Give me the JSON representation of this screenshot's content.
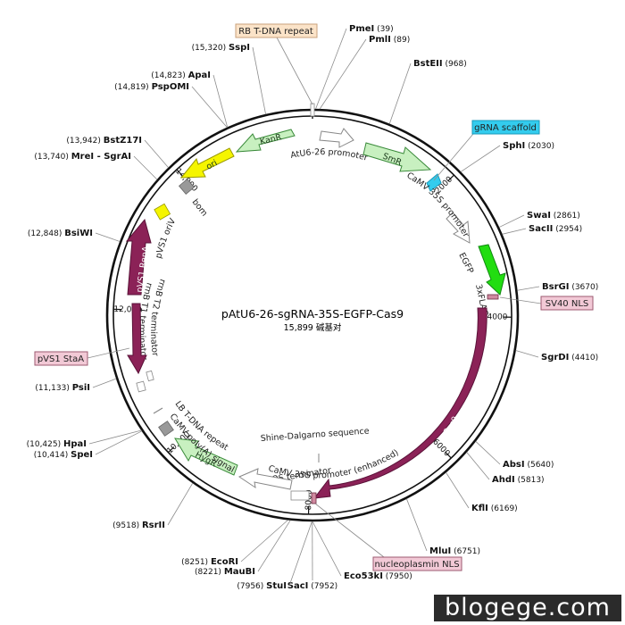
{
  "plasmid": {
    "name": "pAtU6-26-sgRNA-35S-EGFP-Cas9",
    "size_text": "15,899 碱基对",
    "length": 15899
  },
  "ticks": [
    {
      "pos": 2000,
      "label": "2000"
    },
    {
      "pos": 4000,
      "label": "4000"
    },
    {
      "pos": 6000,
      "label": "6000"
    },
    {
      "pos": 8000,
      "label": "8000"
    },
    {
      "pos": 10000,
      "label": "10,000"
    },
    {
      "pos": 12000,
      "label": "12,000"
    },
    {
      "pos": 14000,
      "label": "14,000"
    }
  ],
  "sites": [
    {
      "name": "PmeI",
      "pos_label": "(39)",
      "pos": 39,
      "side": "right"
    },
    {
      "name": "PmlI",
      "pos_label": "(89)",
      "pos": 89,
      "side": "right"
    },
    {
      "name": "BstEII",
      "pos_label": "(968)",
      "pos": 968,
      "side": "right"
    },
    {
      "name": "SphI",
      "pos_label": "(2030)",
      "pos": 2030,
      "side": "right"
    },
    {
      "name": "SwaI",
      "pos_label": "(2861)",
      "pos": 2861,
      "side": "right"
    },
    {
      "name": "SacII",
      "pos_label": "(2954)",
      "pos": 2954,
      "side": "right"
    },
    {
      "name": "BsrGI",
      "pos_label": "(3670)",
      "pos": 3670,
      "side": "right"
    },
    {
      "name": "SgrDI",
      "pos_label": "(4410)",
      "pos": 4410,
      "side": "right"
    },
    {
      "name": "AbsI",
      "pos_label": "(5640)",
      "pos": 5640,
      "side": "right"
    },
    {
      "name": "AhdI",
      "pos_label": "(5813)",
      "pos": 5813,
      "side": "right"
    },
    {
      "name": "KflI",
      "pos_label": "(6169)",
      "pos": 6169,
      "side": "right"
    },
    {
      "name": "MluI",
      "pos_label": "(6751)",
      "pos": 6751,
      "side": "right"
    },
    {
      "name": "Eco53kI",
      "pos_label": "(7950)",
      "pos": 7950,
      "side": "right"
    },
    {
      "name": "SacI",
      "pos_label": "(7952)",
      "pos": 7952,
      "side": "right"
    },
    {
      "name": "StuI",
      "pos_label": "(7956)",
      "pos": 7956,
      "side": "left"
    },
    {
      "name": "MauBI",
      "pos_label": "(8221)",
      "pos": 8221,
      "side": "left"
    },
    {
      "name": "EcoRI",
      "pos_label": "(8251)",
      "pos": 8251,
      "side": "left"
    },
    {
      "name": "RsrII",
      "pos_label": "(9518)",
      "pos": 9518,
      "side": "left"
    },
    {
      "name": "SpeI",
      "pos_label": "(10,414)",
      "pos": 10414,
      "side": "left"
    },
    {
      "name": "HpaI",
      "pos_label": "(10,425)",
      "pos": 10425,
      "side": "left"
    },
    {
      "name": "PsiI",
      "pos_label": "(11,133)",
      "pos": 11133,
      "side": "left"
    },
    {
      "name": "BsiWI",
      "pos_label": "(12,848)",
      "pos": 12848,
      "side": "left"
    },
    {
      "name": "MreI - SgrAI",
      "pos_label": "(13,740)",
      "pos": 13740,
      "side": "left"
    },
    {
      "name": "BstZ17I",
      "pos_label": "(13,942)",
      "pos": 13942,
      "side": "left"
    },
    {
      "name": "PspOMI",
      "pos_label": "(14,819)",
      "pos": 14819,
      "side": "left"
    },
    {
      "name": "ApaI",
      "pos_label": "(14,823)",
      "pos": 14823,
      "side": "left"
    },
    {
      "name": "SspI",
      "pos_label": "(15,320)",
      "pos": 15320,
      "side": "left"
    }
  ],
  "boxed_labels": [
    {
      "text": "RB T-DNA repeat",
      "fill": "#fbe3c8",
      "stroke": "#c9a27b"
    },
    {
      "text": "gRNA scaffold",
      "fill": "#33ccee",
      "stroke": "#1a9abb"
    },
    {
      "text": "SV40 NLS",
      "fill": "#f2c9d6",
      "stroke": "#9c5a70"
    },
    {
      "text": "pVS1 StaA",
      "fill": "#f2c9d6",
      "stroke": "#9c5a70"
    },
    {
      "text": "nucleoplasmin NLS",
      "fill": "#f2c9d6",
      "stroke": "#9c5a70"
    }
  ],
  "features": {
    "kanr": {
      "label": "KanR",
      "color": "#c8f0c0"
    },
    "ori": {
      "label": "ori",
      "color": "#f5f500"
    },
    "smr": {
      "label": "SmR",
      "color": "#c8f0c0"
    },
    "egfp": {
      "color": "#22dd11"
    },
    "cas9": {
      "label": "Cas9",
      "color": "#8b2257"
    },
    "pvs1_repa": {
      "label": "pVS1 RepA",
      "color": "#8b2257"
    },
    "pvs1_stav": {
      "color": "#8b2257"
    },
    "hygr": {
      "label": "HygR",
      "color": "#c8f0c0"
    },
    "pvs1_oriv": {
      "color": "#f5f500"
    },
    "bom": {
      "color": "#999999"
    }
  },
  "feature_labels": {
    "atu6": "AtU6-26 promoter",
    "camv35s": "CaMV 35S promoter",
    "egfp": "EGFP",
    "flag": "3xFLAG",
    "shine": "Shine-Dalgarno sequence",
    "camv_enh": "CaMV 35S promoter (enhanced)",
    "nos": "NOS terminator",
    "lb": "LB T-DNA repeat",
    "polya": "CaMV poly(A) signal",
    "rrnb_t2": "rrnB T2 terminator",
    "rrnb_t1": "rrnB T1 terminator",
    "pvs1_oriv": "pVS1 oriV",
    "bom": "bom"
  },
  "watermark": "blogege.com"
}
